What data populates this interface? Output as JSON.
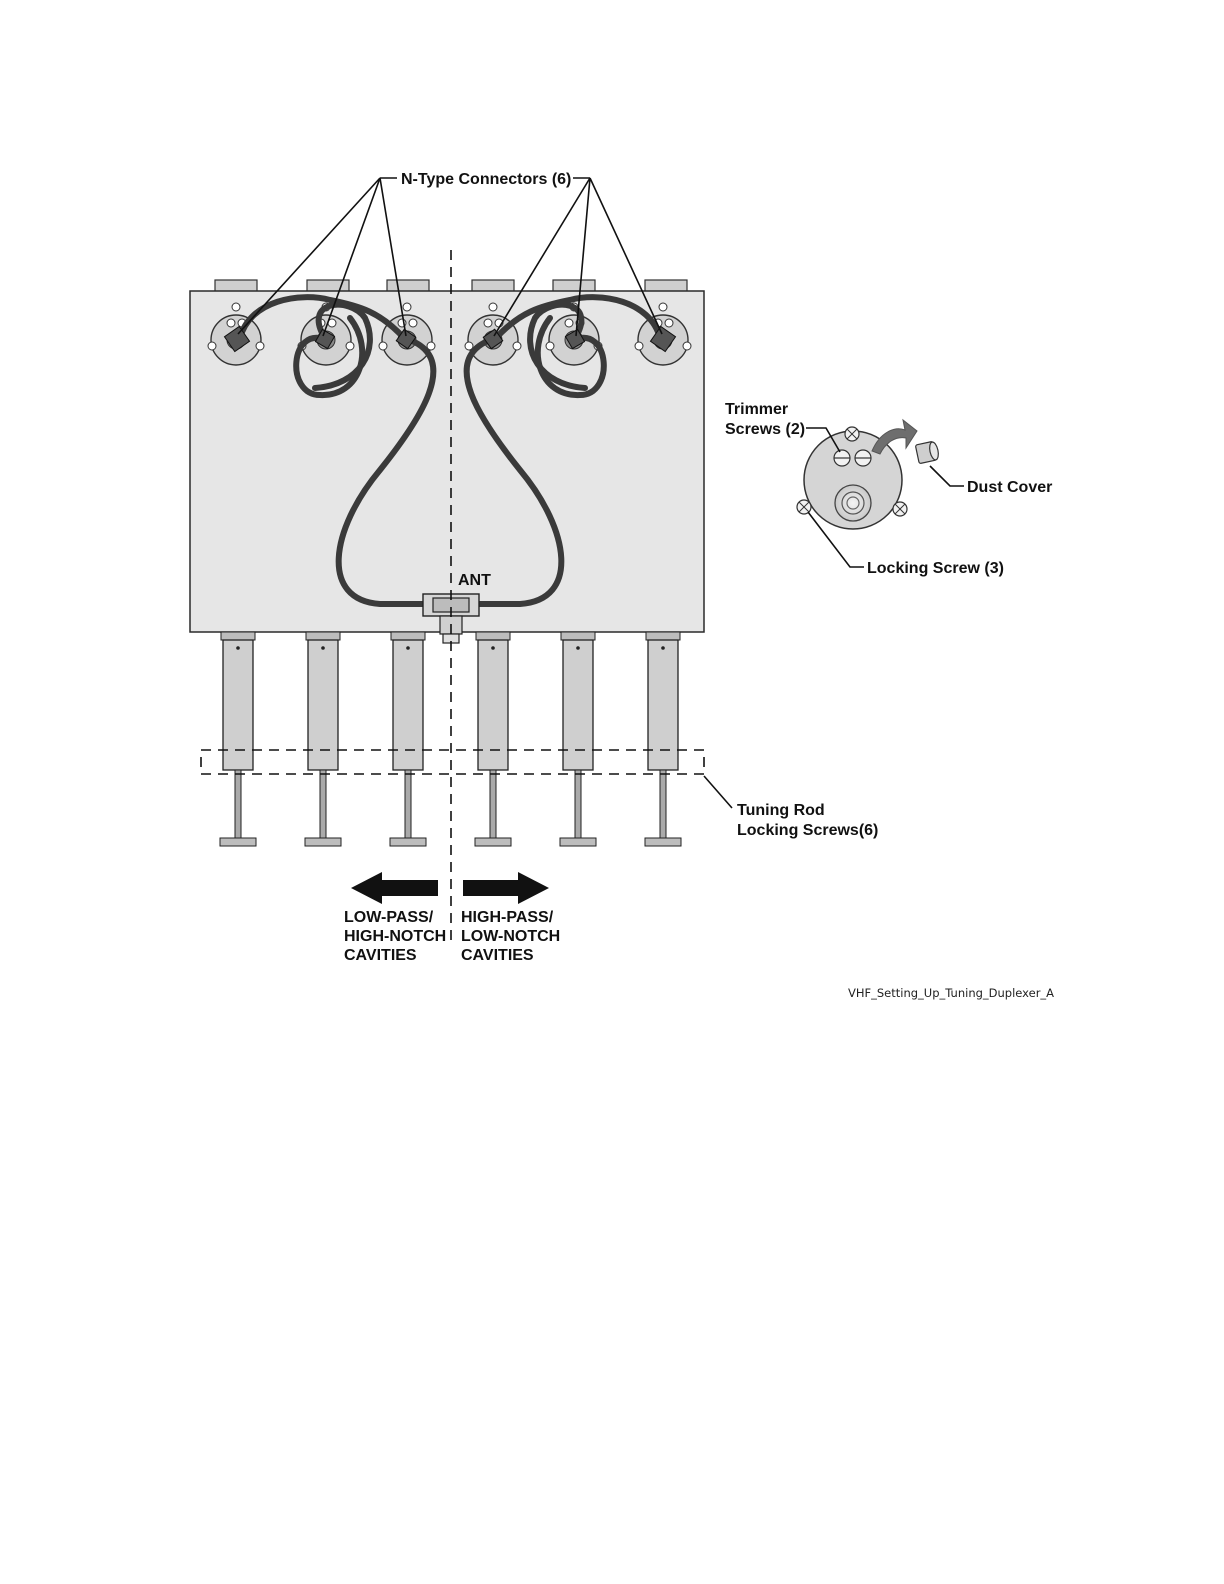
{
  "labels": {
    "n_type_connectors": "N-Type Connectors (6)",
    "ant": "ANT",
    "trimmer_line1": "Trimmer",
    "trimmer_line2": "Screws (2)",
    "dust_cover": "Dust Cover",
    "locking_screw": "Locking Screw (3)",
    "tuning_rod_line1": "Tuning Rod",
    "tuning_rod_line2": "Locking Screws(6)",
    "low_pass_line1": "LOW-PASS/",
    "low_pass_line2": "HIGH-NOTCH",
    "low_pass_line3": "CAVITIES",
    "high_pass_line1": "HIGH-PASS/",
    "high_pass_line2": "LOW-NOTCH",
    "high_pass_line3": "CAVITIES",
    "figure_id": "VHF_Setting_Up_Tuning_Duplexer_A"
  },
  "cavity_count": 6,
  "colors": {
    "panel": "#e6e6e6",
    "cable": "#3a3a3a",
    "arrow": "#111111",
    "detail_arrow": "#6e6e6e"
  }
}
